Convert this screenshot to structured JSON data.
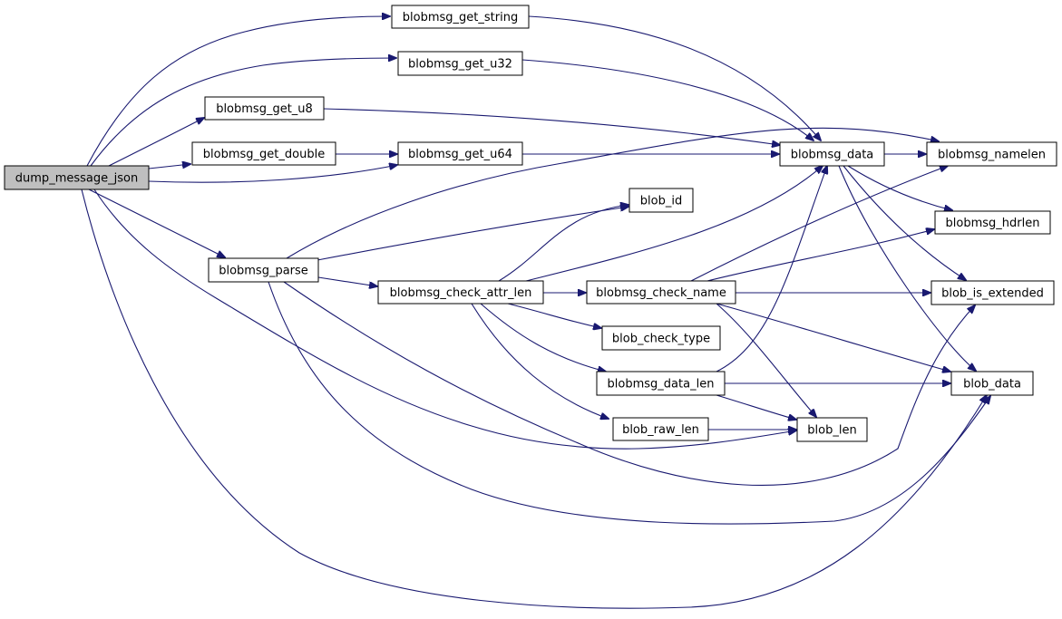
{
  "graph": {
    "nodes": [
      {
        "id": "dump_message_json",
        "label": "dump_message_json",
        "root": true
      },
      {
        "id": "blobmsg_get_string",
        "label": "blobmsg_get_string"
      },
      {
        "id": "blobmsg_get_u32",
        "label": "blobmsg_get_u32"
      },
      {
        "id": "blobmsg_get_u8",
        "label": "blobmsg_get_u8"
      },
      {
        "id": "blobmsg_get_double",
        "label": "blobmsg_get_double"
      },
      {
        "id": "blobmsg_get_u64",
        "label": "blobmsg_get_u64"
      },
      {
        "id": "blobmsg_parse",
        "label": "blobmsg_parse"
      },
      {
        "id": "blobmsg_data",
        "label": "blobmsg_data"
      },
      {
        "id": "blobmsg_namelen",
        "label": "blobmsg_namelen"
      },
      {
        "id": "blob_id",
        "label": "blob_id"
      },
      {
        "id": "blobmsg_hdrlen",
        "label": "blobmsg_hdrlen"
      },
      {
        "id": "blobmsg_check_attr_len",
        "label": "blobmsg_check_attr_len"
      },
      {
        "id": "blobmsg_check_name",
        "label": "blobmsg_check_name"
      },
      {
        "id": "blob_is_extended",
        "label": "blob_is_extended"
      },
      {
        "id": "blob_check_type",
        "label": "blob_check_type"
      },
      {
        "id": "blobmsg_data_len",
        "label": "blobmsg_data_len"
      },
      {
        "id": "blob_data",
        "label": "blob_data"
      },
      {
        "id": "blob_raw_len",
        "label": "blob_raw_len"
      },
      {
        "id": "blob_len",
        "label": "blob_len"
      }
    ],
    "edges": [
      {
        "from": "dump_message_json",
        "to": "blobmsg_get_string"
      },
      {
        "from": "dump_message_json",
        "to": "blobmsg_get_u32"
      },
      {
        "from": "dump_message_json",
        "to": "blobmsg_get_u8"
      },
      {
        "from": "dump_message_json",
        "to": "blobmsg_get_double"
      },
      {
        "from": "dump_message_json",
        "to": "blobmsg_get_u64"
      },
      {
        "from": "dump_message_json",
        "to": "blobmsg_parse"
      },
      {
        "from": "dump_message_json",
        "to": "blob_len"
      },
      {
        "from": "dump_message_json",
        "to": "blob_data"
      },
      {
        "from": "blobmsg_get_string",
        "to": "blobmsg_data"
      },
      {
        "from": "blobmsg_get_u32",
        "to": "blobmsg_data"
      },
      {
        "from": "blobmsg_get_u8",
        "to": "blobmsg_data"
      },
      {
        "from": "blobmsg_get_double",
        "to": "blobmsg_get_u64"
      },
      {
        "from": "blobmsg_get_u64",
        "to": "blobmsg_data"
      },
      {
        "from": "blobmsg_parse",
        "to": "blobmsg_namelen"
      },
      {
        "from": "blobmsg_parse",
        "to": "blob_id"
      },
      {
        "from": "blobmsg_parse",
        "to": "blobmsg_check_attr_len"
      },
      {
        "from": "blobmsg_parse",
        "to": "blob_is_extended"
      },
      {
        "from": "blobmsg_parse",
        "to": "blob_data"
      },
      {
        "from": "blobmsg_data",
        "to": "blobmsg_namelen"
      },
      {
        "from": "blobmsg_data",
        "to": "blobmsg_hdrlen"
      },
      {
        "from": "blobmsg_data",
        "to": "blob_is_extended"
      },
      {
        "from": "blobmsg_data",
        "to": "blob_data"
      },
      {
        "from": "blobmsg_check_attr_len",
        "to": "blob_id"
      },
      {
        "from": "blobmsg_check_attr_len",
        "to": "blobmsg_data"
      },
      {
        "from": "blobmsg_check_attr_len",
        "to": "blobmsg_check_name"
      },
      {
        "from": "blobmsg_check_attr_len",
        "to": "blob_check_type"
      },
      {
        "from": "blobmsg_check_attr_len",
        "to": "blobmsg_data_len"
      },
      {
        "from": "blobmsg_check_attr_len",
        "to": "blob_raw_len"
      },
      {
        "from": "blobmsg_check_name",
        "to": "blobmsg_namelen"
      },
      {
        "from": "blobmsg_check_name",
        "to": "blobmsg_hdrlen"
      },
      {
        "from": "blobmsg_check_name",
        "to": "blob_is_extended"
      },
      {
        "from": "blobmsg_check_name",
        "to": "blob_data"
      },
      {
        "from": "blobmsg_check_name",
        "to": "blob_len"
      },
      {
        "from": "blobmsg_data_len",
        "to": "blobmsg_data"
      },
      {
        "from": "blobmsg_data_len",
        "to": "blob_data"
      },
      {
        "from": "blobmsg_data_len",
        "to": "blob_len"
      },
      {
        "from": "blob_raw_len",
        "to": "blob_len"
      }
    ]
  },
  "colors": {
    "edge": "#191970",
    "root_fill": "#bfbfbf",
    "node_fill": "#ffffff",
    "node_border": "#000000"
  }
}
